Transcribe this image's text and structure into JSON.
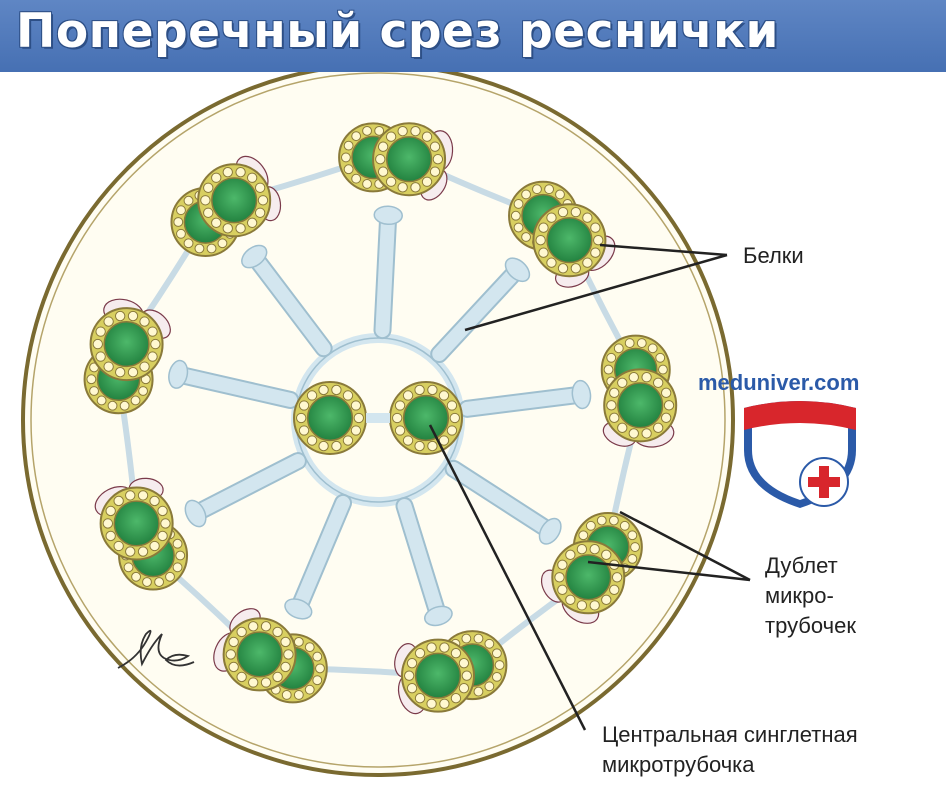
{
  "header": {
    "title": "Поперечный срез реснички"
  },
  "labels": {
    "proteins": "Белки",
    "doublet_line1": "Дублет",
    "doublet_line2": "микро-",
    "doublet_line3": "трубочек",
    "central_line1": "Центральная синглетная",
    "central_line2": "микротрубочка"
  },
  "logo": {
    "site": "meduniver.com",
    "colors": {
      "red": "#d8262c",
      "blue": "#2b5aa8"
    }
  },
  "colors": {
    "title_bar": "#5077b8",
    "tubule_fill": "#2f9a4e",
    "tubule_ring": "#d8cf60",
    "spoke": "#d3e6ef",
    "outline": "#8a7a3a",
    "protein": "#f6ecee"
  },
  "structure": {
    "outer_doublets": 9,
    "central_singlets": 2
  }
}
